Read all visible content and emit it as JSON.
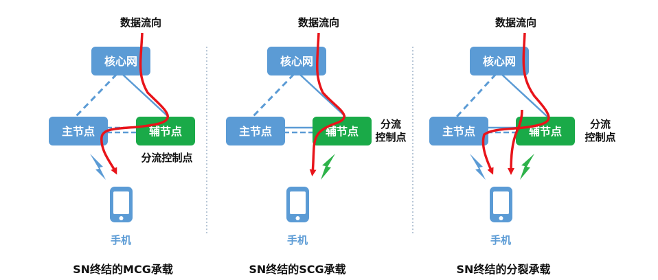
{
  "colors": {
    "node_blue": "#5b9bd5",
    "node_green": "#1aaa48",
    "flow_red": "#e8141a",
    "wireless_blue": "#5b9bd5",
    "wireless_green": "#2eb24a",
    "divider": "#9fb4c8"
  },
  "panels": [
    {
      "title": "数据流向",
      "core_label": "核心网",
      "master_label": "主节点",
      "secondary_label": "辅节点",
      "split_label_lines": [
        "分流控制点"
      ],
      "phone_label": "手机",
      "caption": "SN终结的MCG承载",
      "icons": [
        "phone-icon",
        "blue-lightning-icon"
      ]
    },
    {
      "title": "数据流向",
      "core_label": "核心网",
      "master_label": "主节点",
      "secondary_label": "辅节点",
      "split_label_lines": [
        "分流",
        "控制点"
      ],
      "phone_label": "手机",
      "caption": "SN终结的SCG承载",
      "icons": [
        "phone-icon",
        "green-lightning-icon"
      ]
    },
    {
      "title": "数据流向",
      "core_label": "核心网",
      "master_label": "主节点",
      "secondary_label": "辅节点",
      "split_label_lines": [
        "分流",
        "控制点"
      ],
      "phone_label": "手机",
      "caption": "SN终结的分裂承载",
      "icons": [
        "phone-icon",
        "blue-lightning-icon",
        "green-lightning-icon"
      ]
    }
  ]
}
